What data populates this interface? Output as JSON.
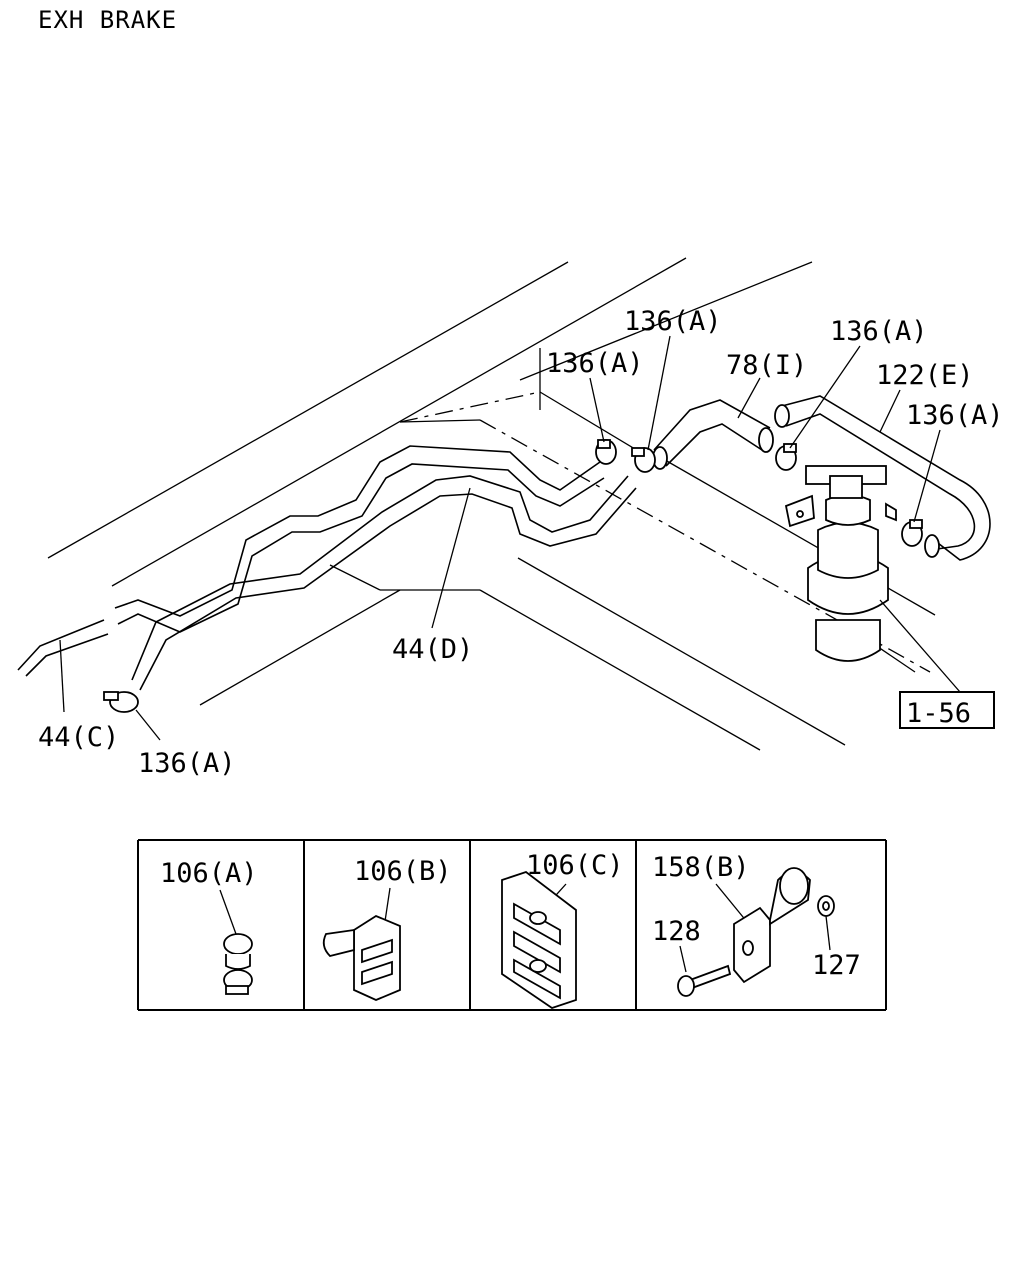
{
  "title": "EXH BRAKE",
  "labels": {
    "p136a_top": "136(A)",
    "p136a_left": "136(A)",
    "p78i": "78(I)",
    "p136a_right": "136(A)",
    "p122e": "122(E)",
    "p136a_far_right": "136(A)",
    "p44d": "44(D)",
    "p44c": "44(C)",
    "p136a_bottom": "136(A)",
    "ref_box": "1-56"
  },
  "detail_panels": [
    {
      "label": "106(A)"
    },
    {
      "label": "106(B)"
    },
    {
      "label": "106(C)"
    },
    {
      "label": "158(B)",
      "sub": [
        "128",
        "127"
      ]
    }
  ]
}
